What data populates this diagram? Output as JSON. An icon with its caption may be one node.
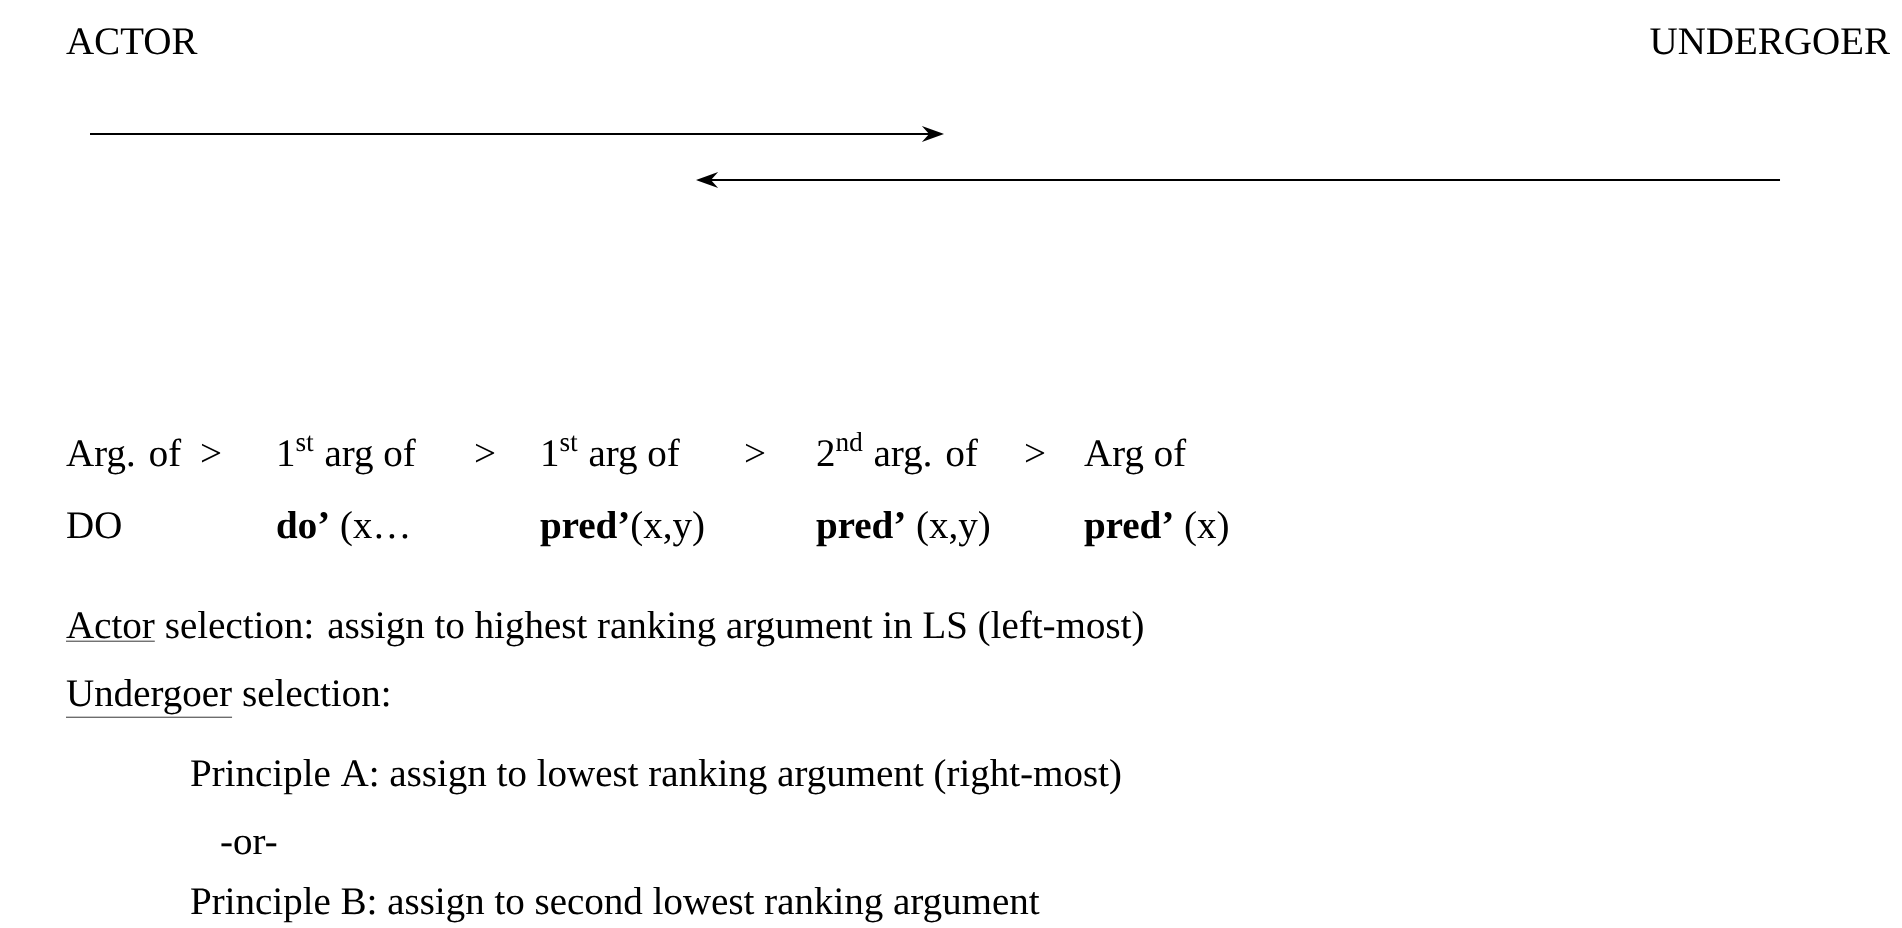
{
  "diagram": {
    "labels": [
      "ACTOR",
      "UNDERGOER",
      "Arg. of",
      ">",
      "1$^{st}$ arg of",
      ">",
      "1$^{st}$ arg of",
      ">",
      "2$^{nd}$ arg. of",
      ">",
      "Arg of",
      "DO",
      "**do’** (x…",
      "**pred’**(x,y)",
      "**pred’** (x,y)",
      "**pred’** (x)",
      "Actor",
      "selection: assign to highest ranking argument in LS (left-most)",
      "Undergoer",
      "selection:",
      "Principle A: assign to lowest ranking argument (right-most)",
      "-or-",
      "Principle B: assign to second lowest ranking argument"
    ]
  }
}
